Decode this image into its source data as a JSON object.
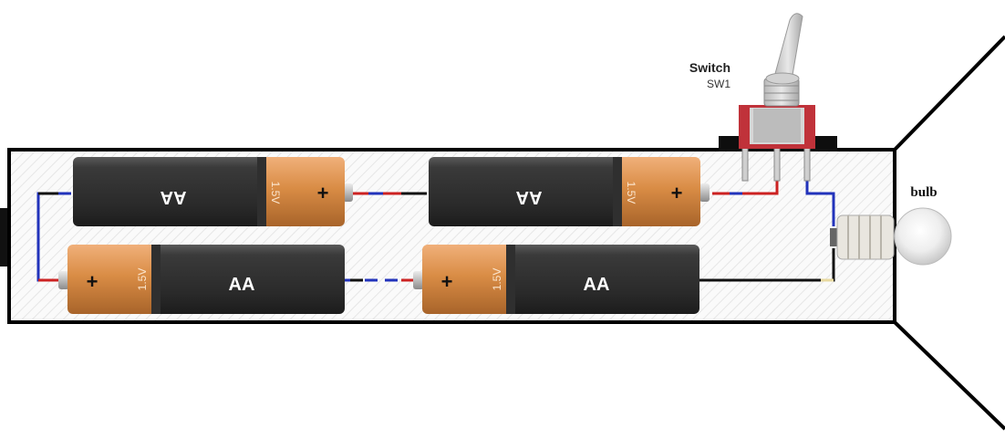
{
  "switch": {
    "label": "Switch",
    "ref": "SW1"
  },
  "bulb": {
    "label": "bulb"
  },
  "batteries": [
    {
      "type": "AA",
      "voltage": "1.5V",
      "polarity": "+"
    },
    {
      "type": "AA",
      "voltage": "1.5V",
      "polarity": "+"
    },
    {
      "type": "AA",
      "voltage": "1.5V",
      "polarity": "+"
    },
    {
      "type": "AA",
      "voltage": "1.5V",
      "polarity": "+"
    }
  ],
  "colors": {
    "battery_body": "#2f2f2f",
    "battery_cap": "#d98c45",
    "wire_red": "#cc2222",
    "wire_blue": "#2233bb",
    "wire_black": "#111111",
    "switch_base": "#c0323a"
  }
}
